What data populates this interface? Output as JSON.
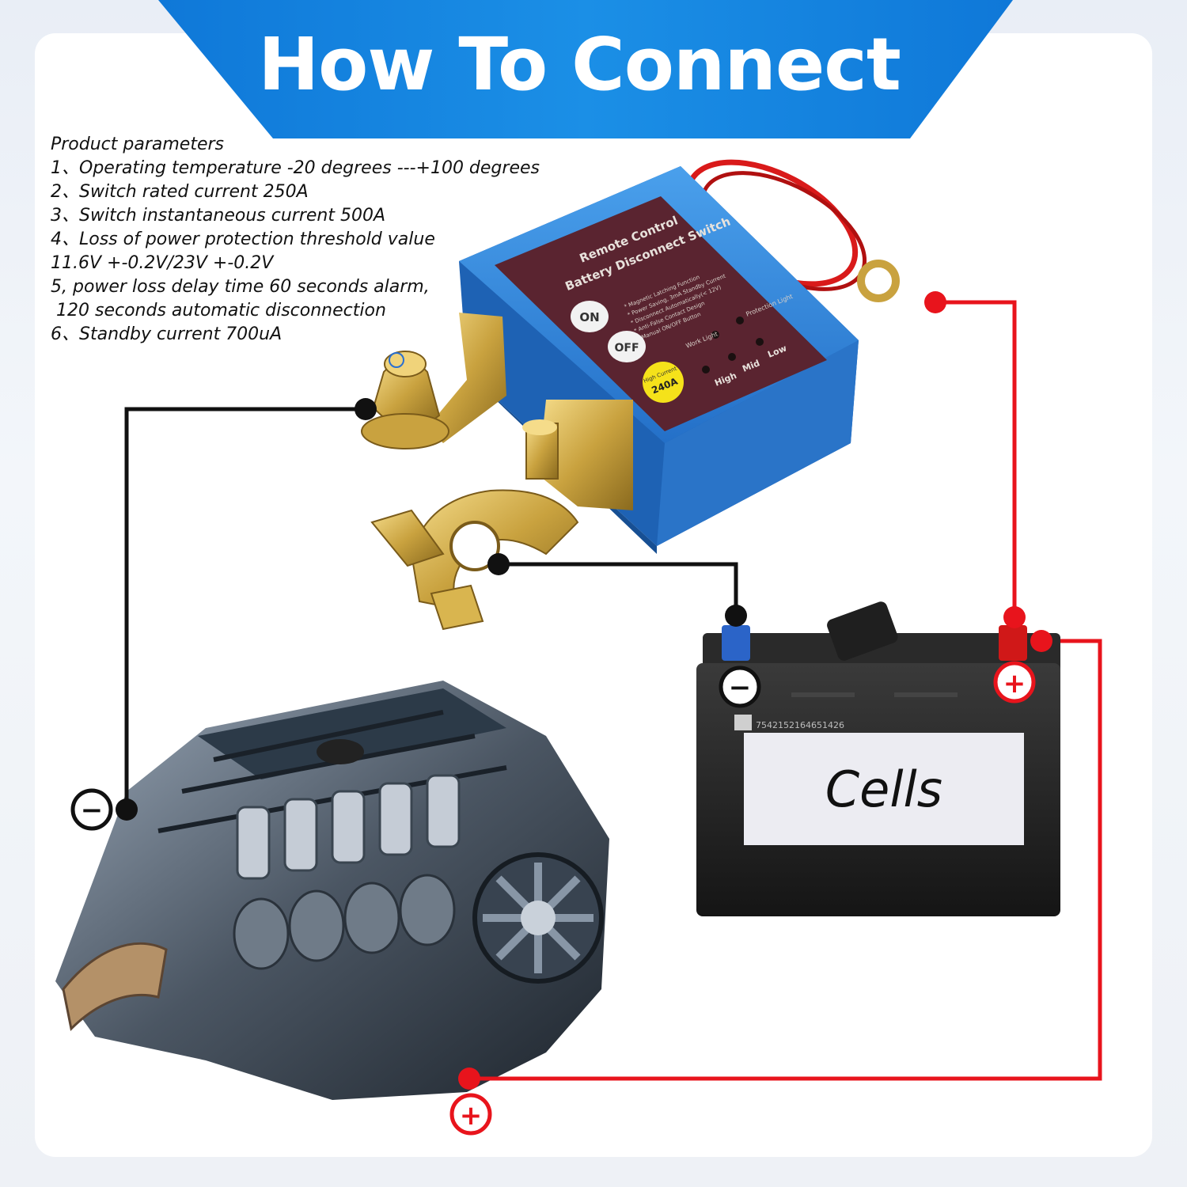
{
  "title": "How To Connect",
  "parameters": {
    "heading": "Product parameters",
    "lines": [
      "1、Operating temperature -20 degrees ---+100 degrees",
      "2、Switch rated current 250A",
      "3、Switch instantaneous current 500A",
      "4、Loss of power protection threshold value",
      "11.6V +-0.2V/23V +-0.2V",
      "5, power loss delay time 60 seconds alarm,",
      " 120 seconds automatic disconnection",
      "6、Standby current 700uA"
    ]
  },
  "switch_device": {
    "label_line1": "Remote Control",
    "label_line2": "Battery Disconnect Switch",
    "on_button": "ON",
    "off_button": "OFF",
    "badge_small": "High Current",
    "badge_value": "240A",
    "features": [
      "* Magnetic Latching Function",
      "* Power Saving, 3mA Standby Current",
      "* Disconnect Automatically(< 12V)",
      "* Anti-False Contact Design",
      "* Manual ON/OFF Button"
    ],
    "work_light": "Work Light",
    "protection_light": "Protection Light",
    "levels": [
      "High",
      "Mid",
      "Low"
    ]
  },
  "battery": {
    "label": "Cells",
    "serial": "7542152164651426",
    "negative_symbol": "−",
    "positive_symbol": "+"
  },
  "engine": {
    "negative_symbol": "−",
    "positive_symbol": "+"
  },
  "colors": {
    "banner_blue": "#1b8fe6",
    "positive_wire": "#e8141c",
    "negative_wire": "#111111",
    "switch_body": "#2f7fd6",
    "switch_panel": "#5a2430"
  }
}
